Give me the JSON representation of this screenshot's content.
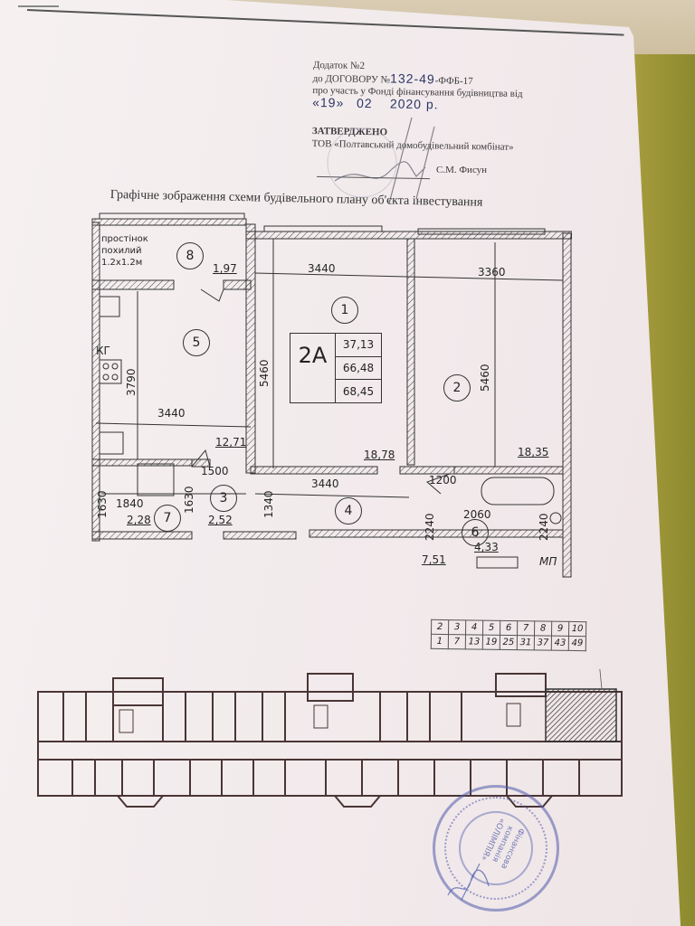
{
  "document": {
    "header": {
      "line1": "Додаток №2",
      "line2_prefix": "до ДОГОВОРУ №",
      "contract_number_handwritten": "132-49",
      "contract_suffix": "-ФФБ-17",
      "line3": "про участь у Фонді фінансування будівництва від",
      "date_day": "«19»",
      "date_month": "02",
      "date_year": "2020 р."
    },
    "approval": {
      "label": "ЗАТВЕРДЖЕНО",
      "company": "ТОВ «Полтавський домобудівельний комбінат»",
      "signer": "С.М. Фисун"
    },
    "title": "Графічне зображення схеми будівельного плану об'єкта інвестування",
    "apartment": {
      "code": "2А",
      "area_living": "37,13",
      "area_total": "66,48",
      "area_total_with_balcony": "68,45"
    },
    "rooms": [
      {
        "number": "1",
        "area": "18,78"
      },
      {
        "number": "2",
        "area": "18,35"
      },
      {
        "number": "3",
        "area": "2,52"
      },
      {
        "number": "4",
        "area": "7,51"
      },
      {
        "number": "5",
        "area": "12,71"
      },
      {
        "number": "6",
        "area": "4,33"
      },
      {
        "number": "7",
        "area": "2,28"
      },
      {
        "number": "8",
        "area": "1,97"
      }
    ],
    "dimensions": {
      "room1_width": "3440",
      "room1_height": "5460",
      "room2_width": "3360",
      "room2_height": "5460",
      "room5_width": "3440",
      "room5_height": "3790",
      "corridor_width": "3440",
      "corridor_height": "1340",
      "room3_width": "1500",
      "room3_height": "1630",
      "room7_width": "1840",
      "room7_height": "1630",
      "hall_width": "1200",
      "hall_height": "2240",
      "bath_width": "2060",
      "bath_height": "2240"
    },
    "annotations": {
      "balcony_note_1": "простінок",
      "balcony_note_2": "похилий",
      "balcony_note_3": "1.2х1.2м",
      "gas_boiler": "КГ",
      "washing_machine": "МП"
    },
    "floor_table": {
      "floors": [
        "2",
        "3",
        "4",
        "5",
        "6",
        "7",
        "8",
        "9",
        "10"
      ],
      "apartments": [
        "1",
        "7",
        "13",
        "19",
        "25",
        "31",
        "37",
        "43",
        "49"
      ]
    },
    "stamp": {
      "text": "Фінансова компанія «ОЛІМПІЯ»"
    }
  }
}
